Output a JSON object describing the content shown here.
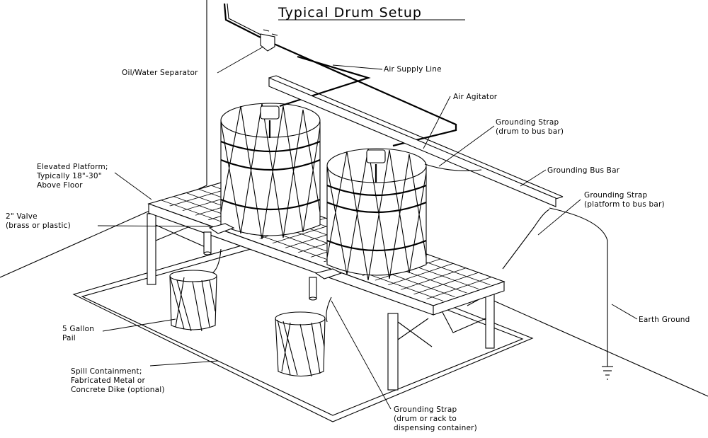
{
  "title": "Typical Drum Setup",
  "labels": {
    "oil_water_separator": "Oil/Water Separator",
    "air_supply_line": "Air Supply Line",
    "air_agitator": "Air Agitator",
    "grounding_strap_drum_1": "Grounding Strap",
    "grounding_strap_drum_2": "(drum to bus bar)",
    "grounding_bus_bar": "Grounding Bus Bar",
    "grounding_strap_platform_1": "Grounding Strap",
    "grounding_strap_platform_2": "(platform to bus bar)",
    "elevated_platform_1": "Elevated Platform;",
    "elevated_platform_2": "Typically 18\"-30\"",
    "elevated_platform_3": "Above Floor",
    "valve_1": "2\" Valve",
    "valve_2": "(brass or plastic)",
    "pail_1": "5 Gallon",
    "pail_2": "Pail",
    "earth_ground": "Earth Ground",
    "spill_1": "Spill Containment;",
    "spill_2": "Fabricated Metal or",
    "spill_3": "Concrete Dike (optional)",
    "grounding_strap_container_1": "Grounding Strap",
    "grounding_strap_container_2": "(drum or rack to",
    "grounding_strap_container_3": "dispensing container)"
  }
}
